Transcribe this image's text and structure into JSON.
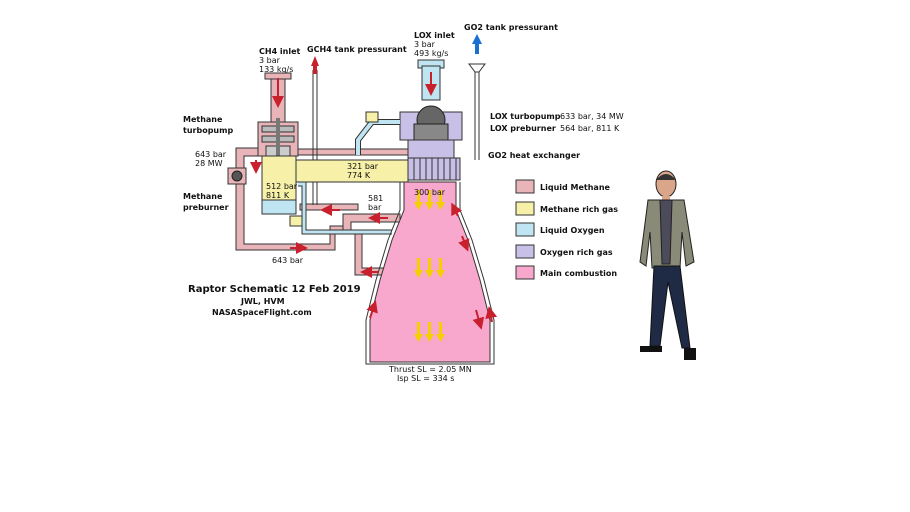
{
  "labels": {
    "ch4_inlet": "CH4 inlet",
    "ch4_inlet_p": "3 bar",
    "ch4_inlet_flow": "133 kg/s",
    "gch4_press": "GCH4 tank pressurant",
    "lox_inlet": "LOX inlet",
    "lox_inlet_p": "3 bar",
    "lox_inlet_flow": "493 kg/s",
    "go2_press": "GO2 tank pressurant",
    "methane_tp_1": "Methane",
    "methane_tp_2": "turbopump",
    "methane_tp_p": "643 bar",
    "methane_tp_pw": "28 MW",
    "methane_pb_1": "Methane",
    "methane_pb_2": "preburner",
    "pb_p": "512 bar",
    "pb_t": "811 K",
    "hot_p": "321 bar",
    "hot_t": "774 K",
    "chamber_p": "300 bar",
    "cool_p": "581",
    "cool_unit": "bar",
    "bottom_p": "643 bar",
    "lox_tp": "LOX turbopump",
    "lox_tp_val": "633 bar, 34 MW",
    "lox_pb": "LOX preburner",
    "lox_pb_val": "564 bar, 811 K",
    "go2_hx": "GO2 heat exchanger",
    "thrust": "Thrust SL = 2.05 MN",
    "isp": "Isp SL = 334 s"
  },
  "caption": {
    "title": "Raptor Schematic 12 Feb 2019",
    "authors": "JWL, HVM",
    "site": "NASASpaceFlight.com"
  },
  "legend": [
    {
      "label": "Liquid Methane",
      "color": "#e8b4b8"
    },
    {
      "label": "Methane rich gas",
      "color": "#f6f0a8"
    },
    {
      "label": "Liquid Oxygen",
      "color": "#bfe4f2"
    },
    {
      "label": "Oxygen rich gas",
      "color": "#c8c0e6"
    },
    {
      "label": "Main combustion",
      "color": "#f8a8cc"
    }
  ],
  "colors": {
    "liquid_methane": "#e8b4b8",
    "methane_rich_gas": "#f6f0a8",
    "liquid_oxygen": "#bfe4f2",
    "oxygen_rich_gas": "#c8c0e6",
    "main_combustion": "#f8a8cc",
    "flow_arrow": "#c8202c",
    "vent_arrow": "#1a6fd0",
    "combustion_arrow": "#f4d000"
  }
}
